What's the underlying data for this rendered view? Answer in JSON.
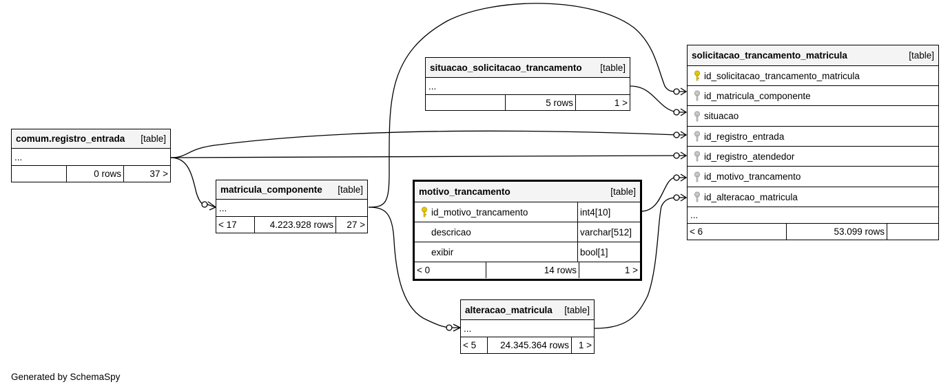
{
  "tables": {
    "comum_registro_entrada": {
      "name": "comum.registro_entrada",
      "type": "[table]",
      "ellipsis": "...",
      "stats": [
        "",
        "0 rows",
        "37 >"
      ]
    },
    "matricula_componente": {
      "name": "matricula_componente",
      "type": "[table]",
      "ellipsis": "...",
      "stats": [
        "< 17",
        "4.223.928 rows",
        "27 >"
      ]
    },
    "situacao_solicitacao_trancamento": {
      "name": "situacao_solicitacao_trancamento",
      "type": "[table]",
      "ellipsis": "...",
      "stats": [
        "",
        "5 rows",
        "1 >"
      ]
    },
    "motivo_trancamento": {
      "name": "motivo_trancamento",
      "type": "[table]",
      "columns": [
        {
          "name": "id_motivo_trancamento",
          "type": "int4[10]",
          "key": "primary-key-icon"
        },
        {
          "name": "descricao",
          "type": "varchar[512]",
          "key": ""
        },
        {
          "name": "exibir",
          "type": "bool[1]",
          "key": ""
        }
      ],
      "stats": [
        "< 0",
        "14 rows",
        "1 >"
      ]
    },
    "alteracao_matricula": {
      "name": "alteracao_matricula",
      "type": "[table]",
      "ellipsis": "...",
      "stats": [
        "< 5",
        "24.345.364 rows",
        "1 >"
      ]
    },
    "solicitacao_trancamento_matricula": {
      "name": "solicitacao_trancamento_matricula",
      "type": "[table]",
      "columns": [
        {
          "name": "id_solicitacao_trancamento_matricula",
          "key": "primary-key-icon"
        },
        {
          "name": "id_matricula_componente",
          "key": "foreign-key-icon"
        },
        {
          "name": "situacao",
          "key": "foreign-key-icon"
        },
        {
          "name": "id_registro_entrada",
          "key": "foreign-key-icon"
        },
        {
          "name": "id_registro_atendedor",
          "key": "foreign-key-icon"
        },
        {
          "name": "id_motivo_trancamento",
          "key": "foreign-key-icon"
        },
        {
          "name": "id_alteracao_matricula",
          "key": "foreign-key-icon"
        }
      ],
      "ellipsis": "...",
      "stats": [
        "< 6",
        "53.099 rows",
        ""
      ]
    }
  },
  "colors": {
    "primary_key": "#e6c800",
    "foreign_key": "#a8a8a8",
    "header_bg": "#f4f4f4"
  },
  "footer": "Generated by SchemaSpy"
}
